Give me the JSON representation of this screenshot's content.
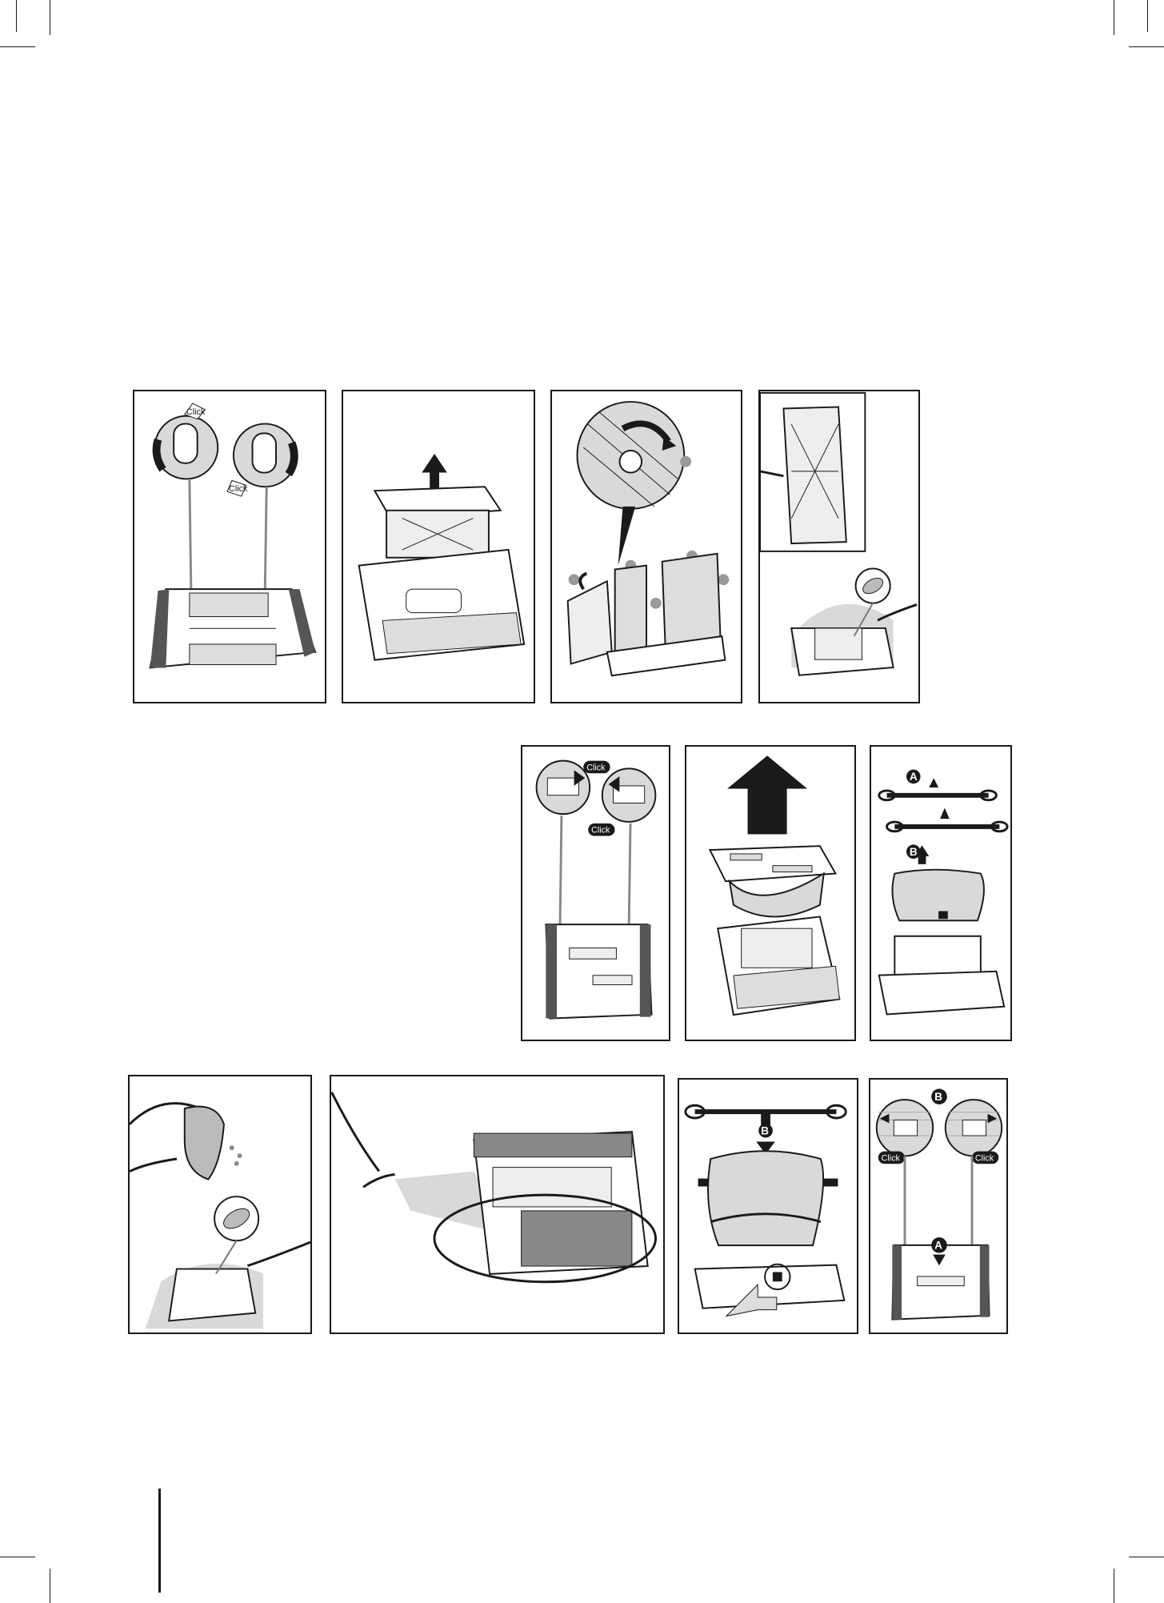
{
  "labels": {
    "click": "Click",
    "a": "A",
    "b": "B"
  },
  "colors": {
    "ink": "#1a1a1a",
    "shade": "#bdbdbd",
    "light_shade": "#d9d9d9",
    "paper": "#ffffff"
  },
  "icons": {
    "lift_arrow": "arrow-up-icon",
    "push_arrow": "arrow-right-icon",
    "rotate_arrow": "rotate-arrow-icon",
    "leaf": "leaf-icon",
    "water_hose": "hose-icon"
  }
}
